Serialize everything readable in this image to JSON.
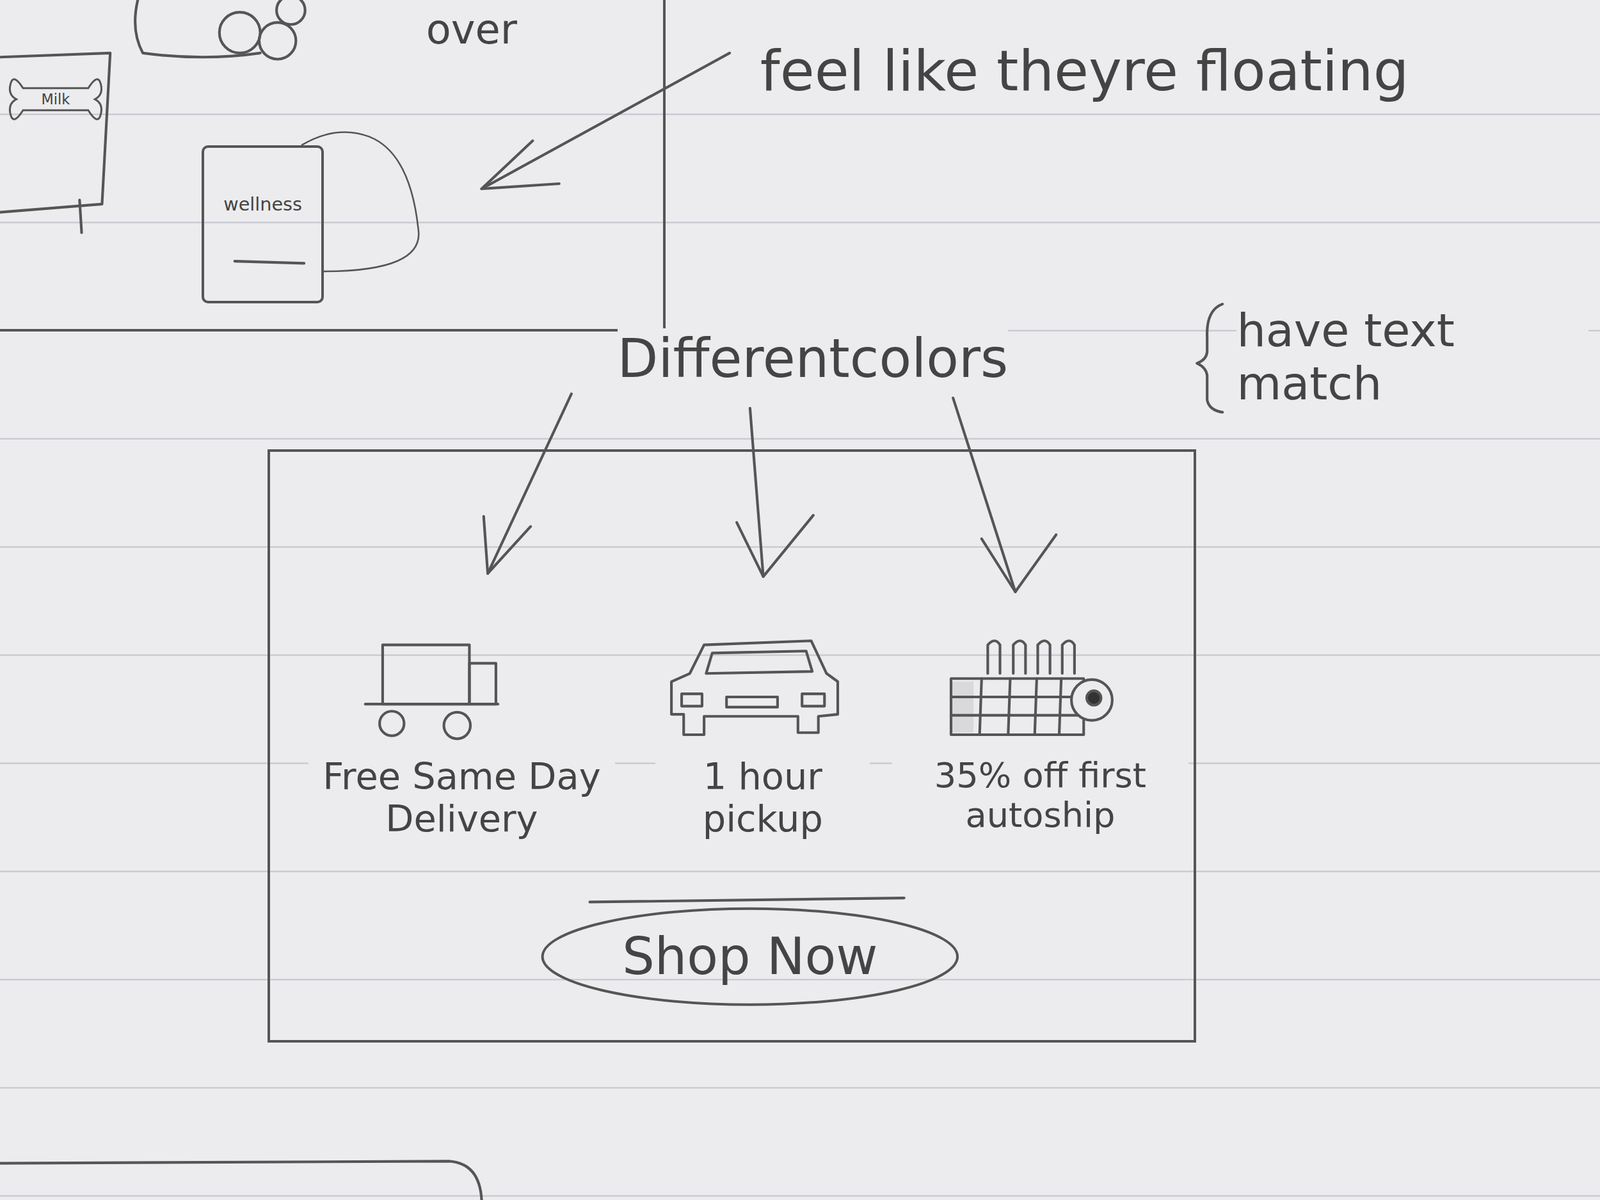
{
  "diagram": {
    "nodes": [
      {
        "text": [
          "over"
        ]
      },
      {
        "text": [
          "Milk"
        ],
        "in": 0
      },
      {
        "text": [
          "wellness"
        ],
        "in": 0
      },
      {
        "text": [
          "Free Same Day Delivery",
          "1 hour pickup",
          "35% off first autoship"
        ]
      },
      {
        "text": [
          "Shop Now"
        ],
        "in": 3
      }
    ],
    "labels": [
      "feel like theyre floating",
      "Differentcolors",
      "have text match"
    ]
  }
}
